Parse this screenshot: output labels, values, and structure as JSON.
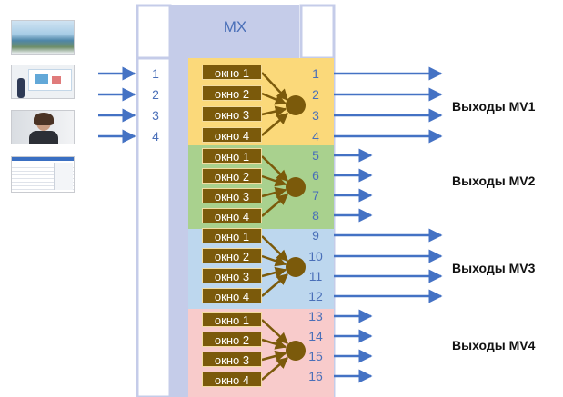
{
  "title": "MX",
  "inputs": [
    "1",
    "2",
    "3",
    "4"
  ],
  "window_labels": [
    "окно 1",
    "окно 2",
    "окно 3",
    "окно 4"
  ],
  "outputs": [
    "1",
    "2",
    "3",
    "4",
    "5",
    "6",
    "7",
    "8",
    "9",
    "10",
    "11",
    "12",
    "13",
    "14",
    "15",
    "16"
  ],
  "groups": [
    {
      "label": "Выходы MV1",
      "color": "#fbd97a"
    },
    {
      "label": "Выходы MV2",
      "color": "#a9d18e"
    },
    {
      "label": "Выходы MV3",
      "color": "#bdd7ee"
    },
    {
      "label": "Выходы MV4",
      "color": "#f8cbcb"
    }
  ],
  "colors": {
    "mx_column": "#c5cce9",
    "frame": "#c5cce9",
    "arrow": "#4472c4",
    "window_box": "#7b5a0b",
    "combiner": "#7b5a0b",
    "label_text": "#4a6fb8"
  },
  "thumbnails": [
    {
      "name": "lake-landscape"
    },
    {
      "name": "presenter-at-screen"
    },
    {
      "name": "woman-on-video-call"
    },
    {
      "name": "document-screenshot"
    }
  ]
}
